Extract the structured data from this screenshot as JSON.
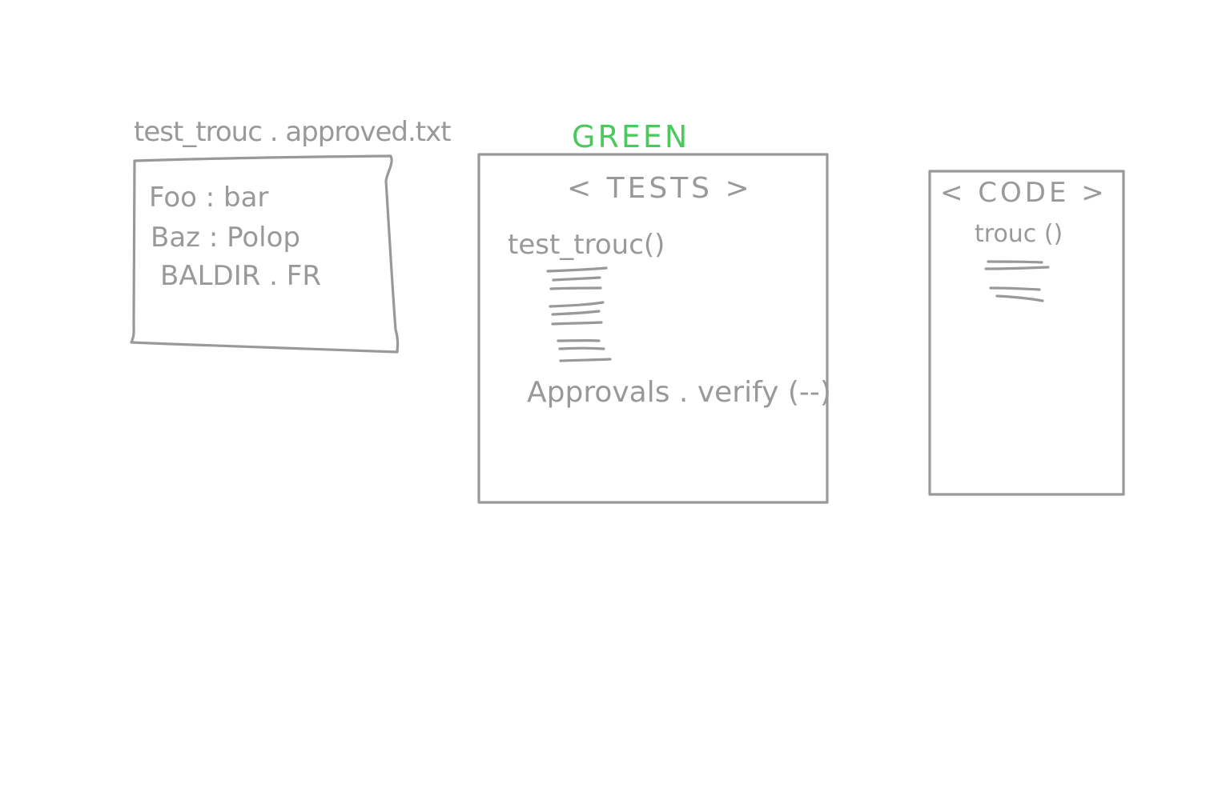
{
  "colors": {
    "ink": "#999999",
    "status_green": "#4cc95e",
    "background": "#ffffff"
  },
  "approved_file": {
    "filename": "test_trouc . approved.txt",
    "lines": [
      "Foo : bar",
      "Baz : Polop",
      "BALDIR . FR"
    ]
  },
  "tests_panel": {
    "status_label": "GREEN",
    "title": "< TESTS >",
    "function_name": "test_trouc()",
    "body_line_count": 9,
    "verify_call": "Approvals . verify (--)"
  },
  "code_panel": {
    "title": "< CODE >",
    "function_name": "trouc ()",
    "body_line_count": 4
  }
}
